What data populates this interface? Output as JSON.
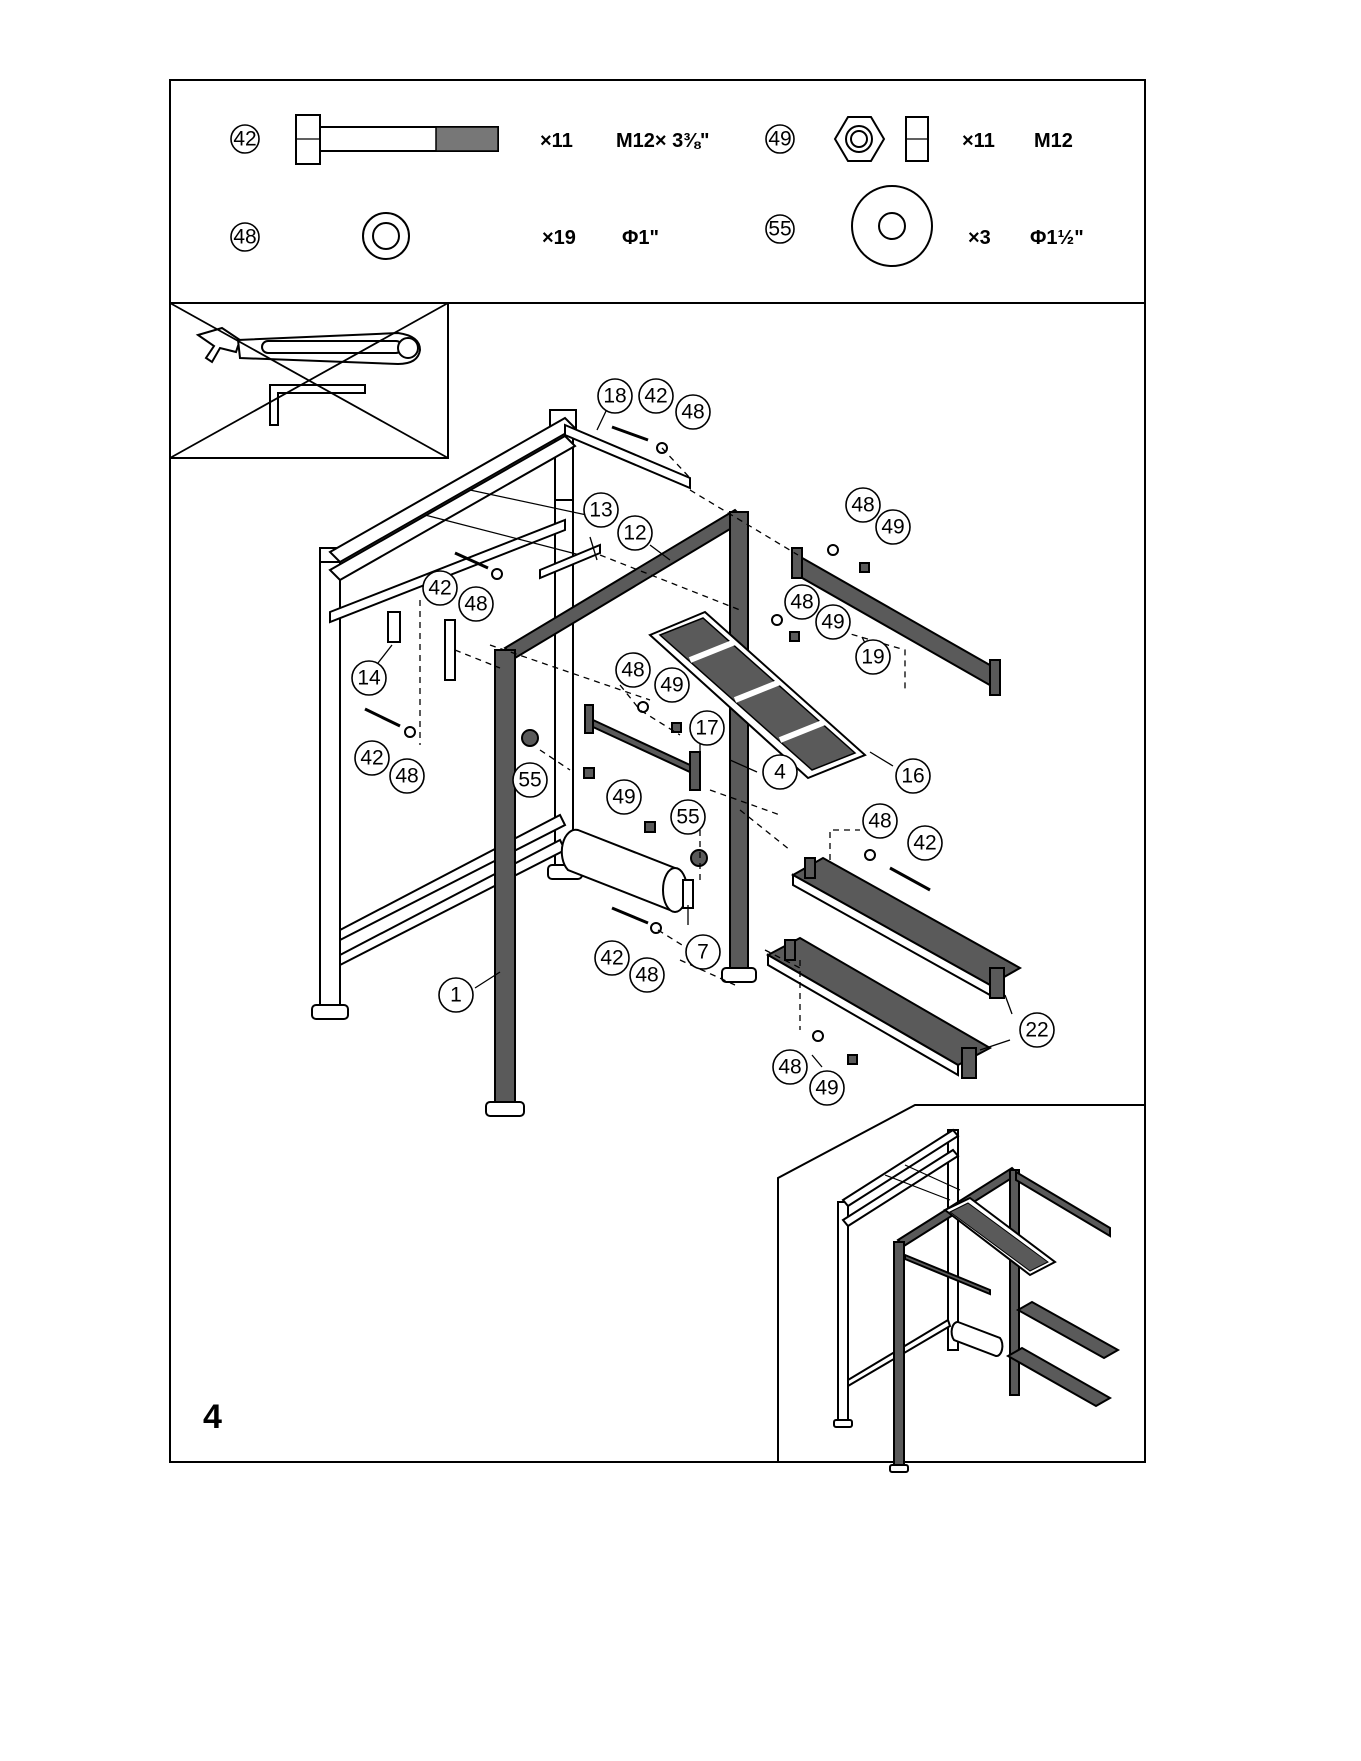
{
  "step": {
    "number": "4"
  },
  "parts": [
    {
      "id": "42",
      "qty": "×11",
      "spec": "M12× 3⅜\""
    },
    {
      "id": "49",
      "qty": "×11",
      "spec": "M12"
    },
    {
      "id": "48",
      "qty": "×19",
      "spec": "Φ1\""
    },
    {
      "id": "55",
      "qty": "×3",
      "spec": "Φ1½\""
    }
  ],
  "callouts": {
    "c18": "18",
    "c42a": "42",
    "c48a": "48",
    "c13": "13",
    "c12": "12",
    "c48b": "48",
    "c49b": "49",
    "c42b": "42",
    "c48c": "48",
    "c48d": "48",
    "c49d": "49",
    "c19": "19",
    "c14": "14",
    "c48e": "48",
    "c49e": "49",
    "c17": "17",
    "c42c": "42",
    "c48f": "48",
    "c55a": "55",
    "c4": "4",
    "c16": "16",
    "c49f": "49",
    "c55b": "55",
    "c48g": "48",
    "c42d": "42",
    "c7": "7",
    "c42e": "42",
    "c48h": "48",
    "c1": "1",
    "c22": "22",
    "c48i": "48",
    "c49i": "49"
  },
  "tools_note": "tools-not-needed-crossed",
  "icons": [
    "hex-bolt-icon",
    "hex-nut-icon",
    "flat-washer-icon",
    "large-washer-icon",
    "adjustable-wrench-icon",
    "allen-key-icon"
  ]
}
